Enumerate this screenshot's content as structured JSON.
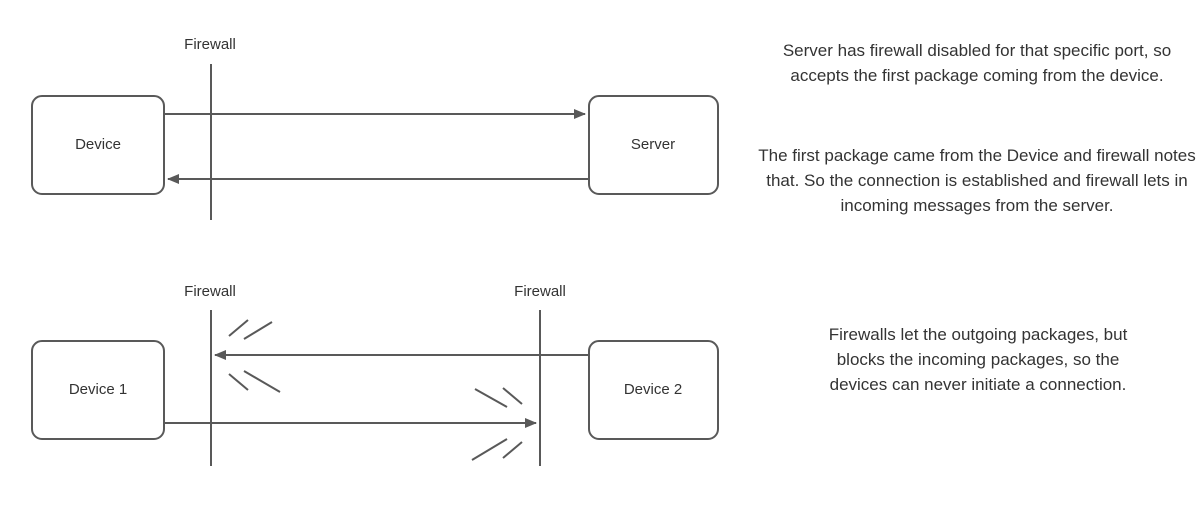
{
  "diagrams": [
    {
      "id": "established-connection",
      "nodes": [
        {
          "name": "device",
          "label": "Device"
        },
        {
          "name": "server",
          "label": "Server"
        }
      ],
      "firewalls": [
        {
          "name": "firewall-middle",
          "label": "Firewall"
        }
      ],
      "arrows": [
        {
          "name": "device-to-server",
          "direction": "right",
          "blocked": false
        },
        {
          "name": "server-to-device",
          "direction": "left",
          "blocked": false
        }
      ]
    },
    {
      "id": "blocked-connection",
      "nodes": [
        {
          "name": "device-1",
          "label": "Device 1"
        },
        {
          "name": "device-2",
          "label": "Device 2"
        }
      ],
      "firewalls": [
        {
          "name": "firewall-left",
          "label": "Firewall"
        },
        {
          "name": "firewall-right",
          "label": "Firewall"
        }
      ],
      "arrows": [
        {
          "name": "device2-to-device1",
          "direction": "left",
          "blocked": true
        },
        {
          "name": "device1-to-device2",
          "direction": "right",
          "blocked": true
        }
      ]
    }
  ],
  "notes": [
    {
      "name": "note-server-accepts",
      "text": "Server has firewall disabled for that specific port, so accepts the first package coming from the device."
    },
    {
      "name": "note-connection-established",
      "text": "The first package came from the Device and firewall notes that. So the connection is established and firewall lets in incoming messages from the server."
    },
    {
      "name": "note-firewalls-block",
      "text": "Firewalls let the outgoing packages, but blocks the incoming packages, so the devices can never initiate a connection."
    }
  ],
  "style": {
    "stroke": "#595959",
    "text": "#333333",
    "background": "#ffffff"
  }
}
